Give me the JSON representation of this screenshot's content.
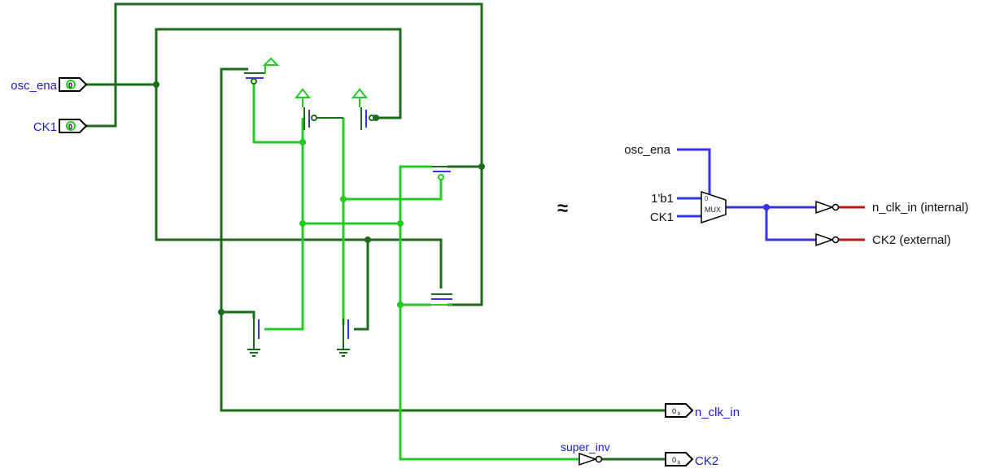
{
  "colors": {
    "wire_dark": "#1a6b1a",
    "wire_light": "#22cc22",
    "wire_blue": "#3333ee",
    "wire_red": "#cc1111",
    "label_blue": "#1a1acc",
    "label_black": "#111111",
    "pin_bg": "#ffffff"
  },
  "pins": {
    "osc_ena": {
      "label": "osc_ena",
      "value": "0"
    },
    "ck1": {
      "label": "CK1",
      "value": "0"
    },
    "n_clk_in": {
      "label": "n_clk_in",
      "value": "0"
    },
    "ck2": {
      "label": "CK2",
      "value": "0"
    }
  },
  "gate_label": "super_inv",
  "equivalence_symbol": "≈",
  "equivalent": {
    "osc_ena": "osc_ena",
    "const": "1'b1",
    "ck1": "CK1",
    "mux_label": "MUX",
    "mux_sel0": "0",
    "out_internal": "n_clk_in (internal)",
    "out_external": "CK2 (external)"
  },
  "subscript": "b"
}
